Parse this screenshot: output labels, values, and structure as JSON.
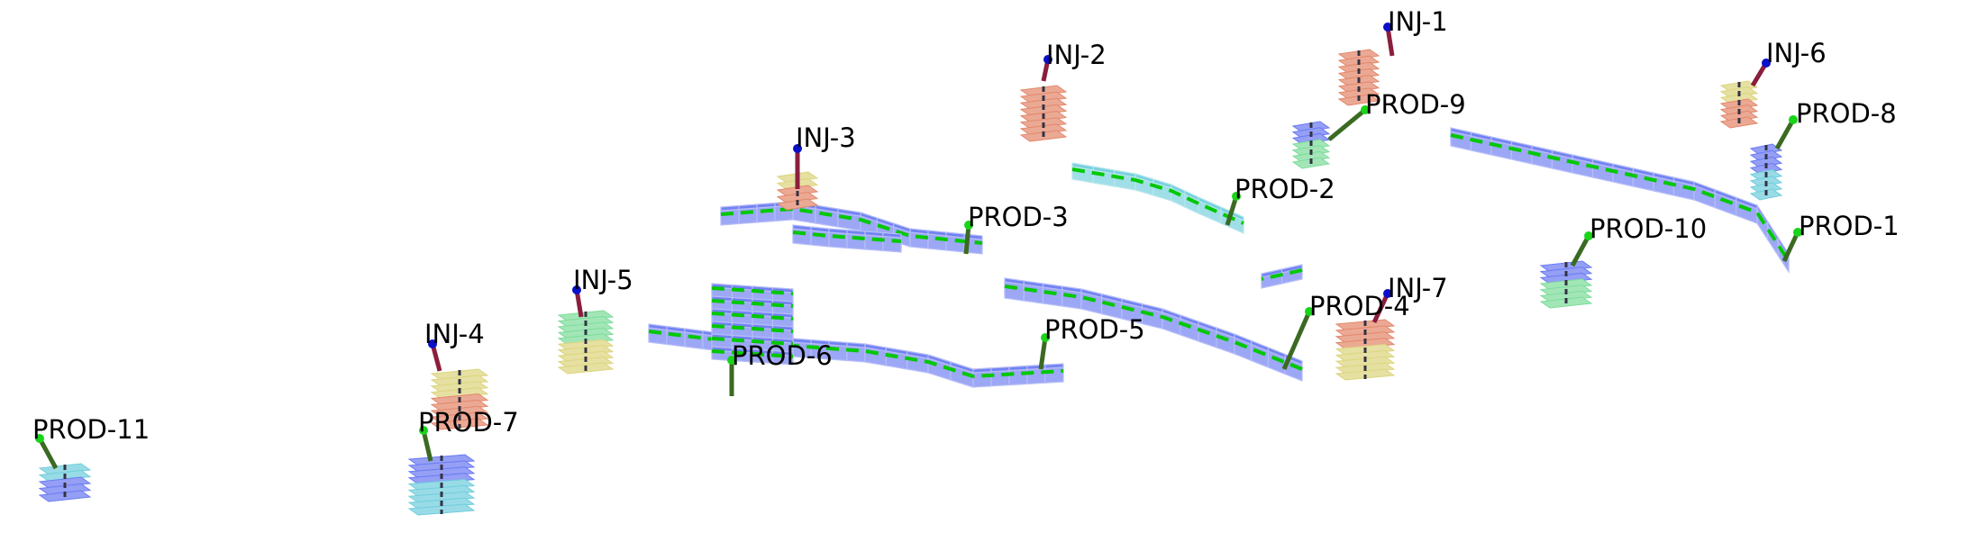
{
  "wells": [
    {
      "id": "inj1",
      "name": "INJ-1",
      "type": "injector"
    },
    {
      "id": "inj2",
      "name": "INJ-2",
      "type": "injector"
    },
    {
      "id": "inj3",
      "name": "INJ-3",
      "type": "injector"
    },
    {
      "id": "inj4",
      "name": "INJ-4",
      "type": "injector"
    },
    {
      "id": "inj5",
      "name": "INJ-5",
      "type": "injector"
    },
    {
      "id": "inj6",
      "name": "INJ-6",
      "type": "injector"
    },
    {
      "id": "inj7",
      "name": "INJ-7",
      "type": "injector"
    },
    {
      "id": "prod1",
      "name": "PROD-1",
      "type": "producer"
    },
    {
      "id": "prod2",
      "name": "PROD-2",
      "type": "producer"
    },
    {
      "id": "prod3",
      "name": "PROD-3",
      "type": "producer"
    },
    {
      "id": "prod4",
      "name": "PROD-4",
      "type": "producer"
    },
    {
      "id": "prod5",
      "name": "PROD-5",
      "type": "producer"
    },
    {
      "id": "prod6",
      "name": "PROD-6",
      "type": "producer"
    },
    {
      "id": "prod7",
      "name": "PROD-7",
      "type": "producer"
    },
    {
      "id": "prod8",
      "name": "PROD-8",
      "type": "producer"
    },
    {
      "id": "prod9",
      "name": "PROD-9",
      "type": "producer"
    },
    {
      "id": "prod10",
      "name": "PROD-10",
      "type": "producer"
    },
    {
      "id": "prod11",
      "name": "PROD-11",
      "type": "producer"
    }
  ],
  "colors": {
    "injector_marker": "#0a10c8",
    "producer_marker": "#19d419",
    "well_path": "#00c800",
    "cell_blue": "#5a6cf0",
    "cell_red": "#e07a5a",
    "cell_yellow": "#d8d070",
    "cell_cyan": "#60c8d8",
    "cell_green": "#70d890"
  }
}
